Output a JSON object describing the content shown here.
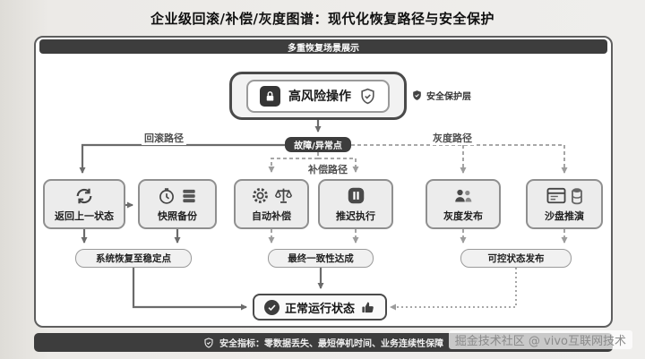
{
  "title": "企业级回滚/补偿/灰度图谱：现代化恢复路径与安全保护",
  "banner": "多重恢复场景展示",
  "risk": {
    "label": "高风险操作",
    "protection_label": "安全保护层",
    "icons": [
      "lock-icon",
      "shield-check-icon",
      "shield-icon"
    ]
  },
  "fault_badge": "故障/异常点",
  "paths": {
    "rollback": "回滚路径",
    "compensation": "补偿路径",
    "gray": "灰度路径"
  },
  "nodes": [
    {
      "label": "返回上一状态",
      "icons": [
        "refresh-icon"
      ]
    },
    {
      "label": "快照备份",
      "icons": [
        "clock-icon",
        "server-stack-icon"
      ]
    },
    {
      "label": "自动补偿",
      "icons": [
        "gear-icon",
        "scales-icon"
      ]
    },
    {
      "label": "推迟执行",
      "icons": [
        "pause-icon"
      ]
    },
    {
      "label": "灰度发布",
      "icons": [
        "users-icon"
      ]
    },
    {
      "label": "沙盘推演",
      "icons": [
        "sandbox-window-icon",
        "database-icon"
      ]
    }
  ],
  "outcomes": [
    "系统恢复至稳定点",
    "最终一致性达成",
    "可控状态发布"
  ],
  "final_state": {
    "label": "正常运行状态",
    "icons": [
      "check-icon",
      "thumbs-up-icon"
    ]
  },
  "footer": {
    "icon": "shield-icon",
    "text": "安全指标：零数据丢失、最短停机时间、业务连续性保障"
  },
  "watermark": "掘金技术社区 @ vivo互联网技术",
  "colors": {
    "accent_dark": "#3d3d3d",
    "node_bg": "#ececec",
    "node_border": "#8f8f8f",
    "line_solid": "#6b6b6b",
    "line_dashed": "#9c9c9c"
  }
}
